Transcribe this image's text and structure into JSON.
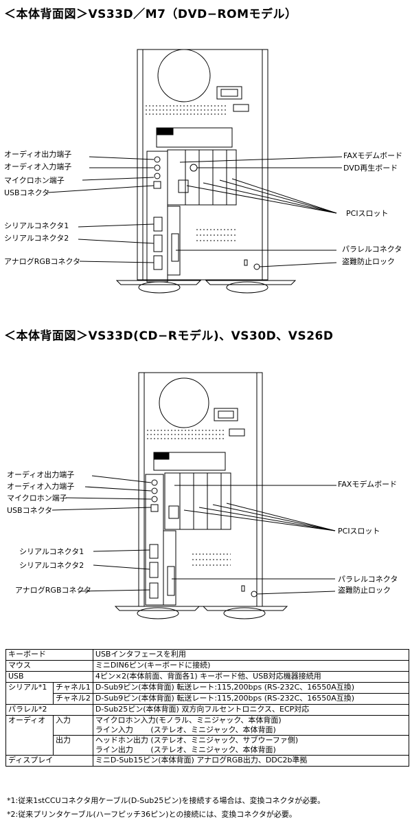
{
  "top": {
    "title": "＜本体背面図＞VS33D／M7（DVD−ROMモデル）",
    "labels_left": [
      "オーディオ出力端子",
      "オーディオ入力端子",
      "マイクロホン端子",
      "USBコネクタ",
      "シリアルコネクタ1",
      "シリアルコネクタ2",
      "アナログRGBコネクタ"
    ],
    "labels_right": [
      "FAXモデムボード",
      "DVD再生ボード",
      "PCIスロット",
      "パラレルコネクタ",
      "盗難防止ロック"
    ]
  },
  "bottom": {
    "title": "＜本体背面図＞VS33D(CD−Rモデル)、VS30D、VS26D",
    "labels_left": [
      "オーディオ出力端子",
      "オーディオ入力端子",
      "マイクロホン端子",
      "USBコネクタ",
      "シリアルコネクタ1",
      "シリアルコネクタ2",
      "アナログRGBコネクタ"
    ],
    "labels_right": [
      "FAXモデムボード",
      "PCIスロット",
      "パラレルコネクタ",
      "盗難防止ロック"
    ]
  },
  "spec": {
    "keyboard": {
      "label": "キーボード",
      "value": "USBインタフェースを利用"
    },
    "mouse": {
      "label": "マウス",
      "value": "ミニDIN6ピン(キーボードに接続)"
    },
    "usb": {
      "label": "USB",
      "value": "4ピン×2(本体前面、背面各1) キーボード他、USB対応機器接続用"
    },
    "serial": {
      "label": "シリアル*1",
      "ch1": {
        "label": "チャネル1",
        "value": "D-Sub9ピン(本体背面) 転送レート:115,200bps (RS-232C、16550A互換)"
      },
      "ch2": {
        "label": "チャネル2",
        "value": "D-Sub9ピン(本体背面) 転送レート:115,200bps (RS-232C、16550A互換)"
      }
    },
    "parallel": {
      "label": "パラレル*2",
      "value": "D-Sub25ピン(本体背面) 双方向フルセントロニクス、ECP対応"
    },
    "audio": {
      "label": "オーディオ",
      "input": {
        "label": "入力",
        "line1": "マイクロホン入力(モノラル、ミニジャック、本体背面)",
        "line2": "ライン入力 　　(ステレオ、ミニジャック、本体背面)"
      },
      "output": {
        "label": "出力",
        "line1": "ヘッドホン出力 (ステレオ、ミニジャック、サブウーファ側)",
        "line2": "ライン出力 　　(ステレオ、ミニジャック、本体背面)"
      }
    },
    "display": {
      "label": "ディスプレイ",
      "value": "ミニD-Sub15ピン(本体背面) アナログRGB出力、DDC2b準拠"
    }
  },
  "notes": {
    "note1": "*1:従来1stCCUコネクタ用ケーブル(D-Sub25ピン)を接続する場合は、変換コネクタが必要。",
    "note2": "*2:従来プリンタケーブル(ハーフピッチ36ピン)との接続には、変換コネクタが必要。"
  }
}
